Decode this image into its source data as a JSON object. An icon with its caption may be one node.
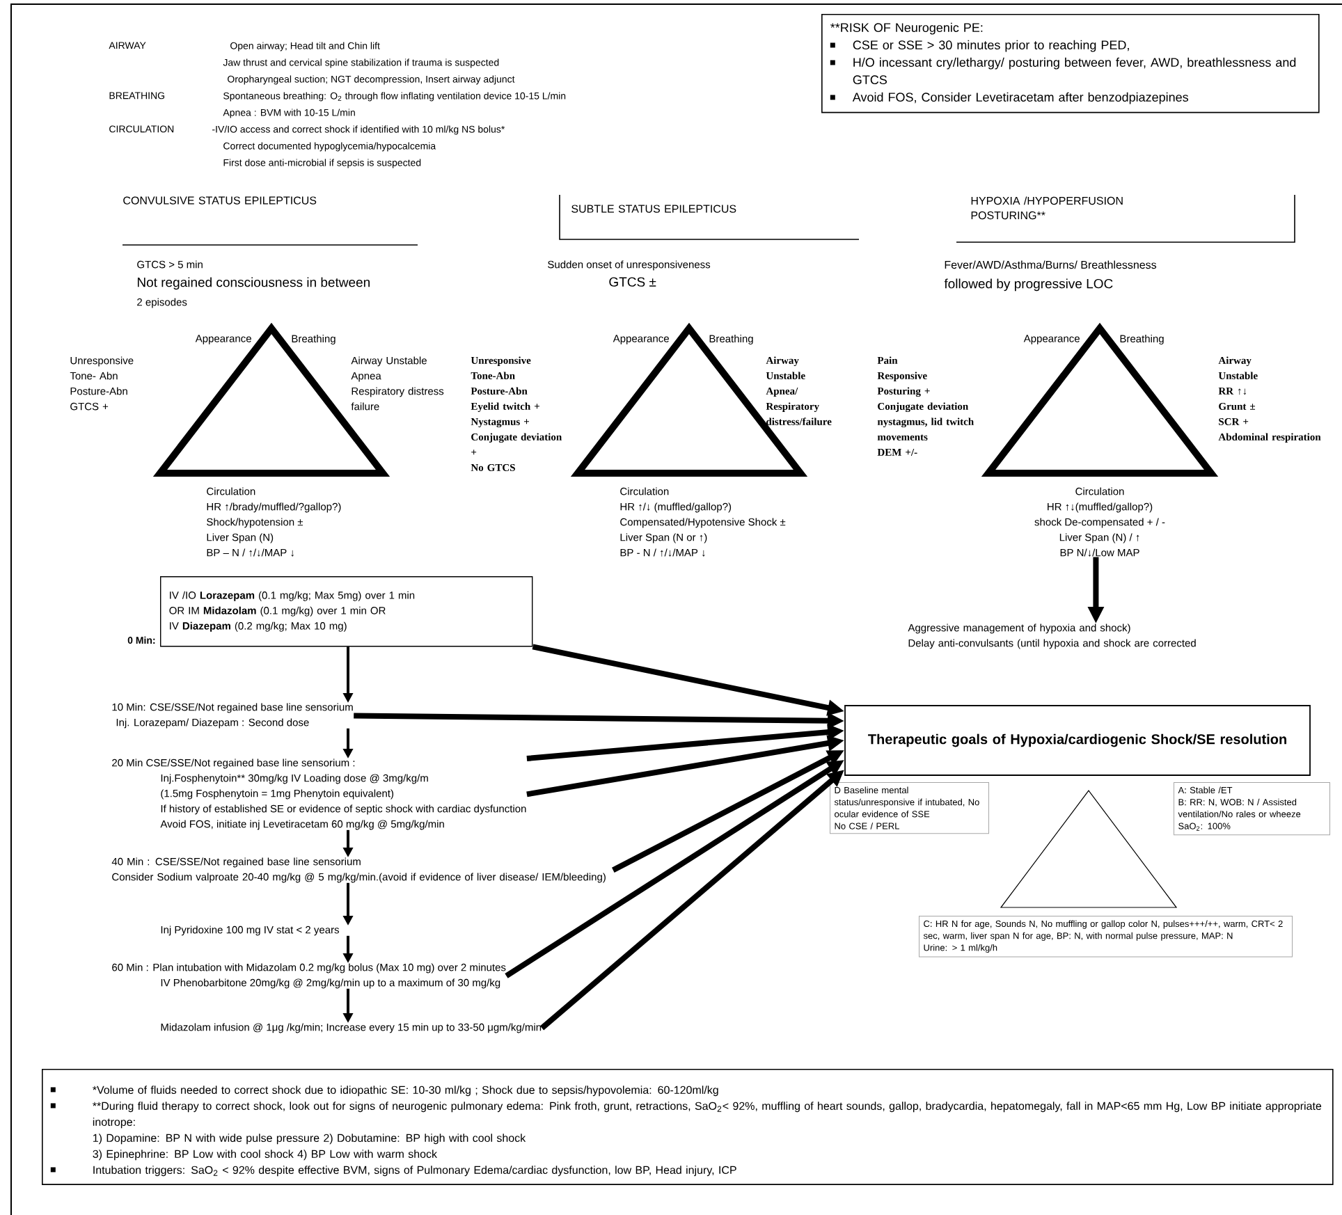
{
  "diagram": {
    "nodes": [
      {
        "text": [
          "**RISK OF Neurogenic PE:",
          "CSE or SSE > 30 minutes prior to reaching PED,",
          "H/O incessant cry/lethargy/ posturing between fever, AWD, breathlessness and GTCS",
          "Avoid FOS, Consider Levetiracetam after benzodpiazepines"
        ]
      },
      {
        "text": [
          "CONVULSIVE STATUS EPILEPTICUS"
        ]
      },
      {
        "text": [
          "SUBTLE STATUS EPILEPTICUS"
        ]
      },
      {
        "text": [
          "HYPOXIA /HYPOPERFUSION POSTURING**"
        ]
      },
      {
        "text": [
          "Appearance",
          "Breathing",
          "Unresponsive",
          "Tone- Abn",
          "Posture-Abn",
          "GTCS +",
          "Airway Unstable",
          "Apnea",
          "Respiratory distress",
          "failure",
          "Circulation",
          "HR ↑/brady/muffled/?gallop?)",
          "Shock/hypotension ±",
          "Liver Span (N)",
          "BP – N / ↑/↓/MAP ↓"
        ]
      },
      {
        "text": [
          "Appearance",
          "Breathing",
          "Unresponsive",
          "Tone-Abn",
          "Posture-Abn",
          "Eyelid twitch +",
          "Nystagmus +",
          "Conjugate deviation +",
          "No GTCS",
          "Airway",
          "Unstable",
          "Apnea/",
          "Respiratory distress/failure",
          "Circulation",
          "HR ↑/↓ (muffled/gallop?)",
          "Compensated/Hypotensive Shock ±",
          "Liver Span (N or ↑)",
          "BP - N / ↑/↓/MAP ↓"
        ]
      },
      {
        "text": [
          "Appearance",
          "Breathing",
          "Pain",
          "Responsive",
          "Posturing +",
          "Conjugate deviation nystagmus, lid twitch movements",
          "DEM +/-",
          "Airway",
          "Unstable",
          "RR ↑↓",
          "Grunt ±",
          "SCR +",
          "Abdominal respiration",
          "Circulation",
          "HR ↑↓(muffled/gallop?)",
          "shock De-compensated + / -",
          "Liver Span (N) / ↑",
          "BP N/↓/Low MAP"
        ]
      },
      {
        "text": [
          "IV /IO **Lorazepam** (0.1 mg/kg; Max 5mg) over 1 min",
          "OR IM **Midazolam** (0.1 mg/kg) over 1 min OR",
          "IV **Diazepam** (0.2 mg/kg; Max 10 mg)"
        ],
        "beside": [
          "0 Min:"
        ]
      },
      {
        "text": [
          "10 Min: CSE/SSE/Not regained base line sensorium",
          "Inj. Lorazepam/ Diazepam : Second dose"
        ]
      },
      {
        "text": [
          "20 Min CSE/SSE/Not regained base line sensorium :",
          "Inj.Fosphenytoin** 30mg/kg IV Loading dose @ 3mg/kg/m",
          "(1.5mg Fosphenytoin = 1mg Phenytoin equivalent)",
          "If history of established SE or evidence of septic shock with cardiac dysfunction",
          "Avoid FOS, initiate inj Levetiracetam 60 mg/kg @ 5mg/kg/min"
        ]
      },
      {
        "text": [
          "40 Min : CSE/SSE/Not regained base line sensorium",
          "Consider Sodium valproate 20-40 mg/kg @ 5 mg/kg/min.(avoid if evidence of liver disease/ IEM/bleeding)"
        ]
      },
      {
        "text": [
          "Inj Pyridoxine 100 mg IV stat < 2 years"
        ]
      },
      {
        "text": [
          "60 Min : Plan intubation with Midazolam 0.2 mg/kg bolus (Max 10 mg) over 2 minutes",
          "IV Phenobarbitone 20mg/kg @ 2mg/kg/min up to a maximum of 30 mg/kg"
        ]
      },
      {
        "text": [
          "Midazolam infusion @ 1μg /kg/min; Increase every 15 min up to 33-50 μgm/kg/min"
        ]
      },
      {
        "text": [
          "Aggressive management of hypoxia and shock)",
          "Delay anti-convulsants (until hypoxia and shock are corrected"
        ]
      },
      {
        "text": [
          "Therapeutic goals of Hypoxia/cardiogenic Shock/SE resolution"
        ]
      },
      {
        "text": [
          "D Baseline mental status/unresponsive if intubated, No ocular evidence of SSE",
          "No CSE / PERL"
        ]
      },
      {
        "text": [],
        "shape": "triangle"
      },
      {
        "text": [
          "A: Stable /ET",
          "B: RR: N, WOB: N / Assisted ventilation/No rales or wheeze",
          "SaO$_{2}$: 100%"
        ]
      },
      {
        "text": [
          "C: HR N for age, Sounds N, No muffling or gallop color N, pulses+++/++, warm, CRT< 2 sec, warm, liver span N for age, BP: N, with normal pulse pressure, MAP: N",
          "Urine: > 1 ml/kg/h"
        ]
      },
      {
        "text": [
          "*Volume of fluids needed to correct shock due to idiopathic SE: 10-30 ml/kg ; Shock due to sepsis/hypovolemia: 60-120ml/kg",
          "**During fluid therapy to correct shock, look out for signs of neurogenic pulmonary edema: Pink froth, grunt, retractions, SaO$_{2}$< 92%, muffling of heart sounds, gallop, bradycardia, hepatomegaly, fall in MAP<65 mm Hg,  Low BP initiate appropriate inotrope:",
          "1) Dopamine: BP N with wide pulse pressure 2) Dobutamine: BP high with cool shock",
          "3) Epinephrine: BP Low with cool shock 4) BP Low with warm shock",
          "Intubation triggers: SaO$_{2}$ < 92% despite effective BVM, signs of Pulmonary Edema/cardiac dysfunction, low BP, Head injury, ICP"
        ]
      }
    ],
    "edges": [
      {
        "from": 6,
        "to": 14,
        "arrow": "to"
      },
      {
        "from": 7,
        "to": 8,
        "arrow": "to"
      },
      {
        "from": 8,
        "to": 9,
        "arrow": "to"
      },
      {
        "from": 9,
        "to": 10,
        "arrow": "to"
      },
      {
        "from": 10,
        "to": 11,
        "arrow": "to"
      },
      {
        "from": 11,
        "to": 12,
        "arrow": "to"
      },
      {
        "from": 12,
        "to": 13,
        "arrow": "to"
      },
      {
        "from": 7,
        "to": 15,
        "arrow": "to"
      },
      {
        "from": 8,
        "to": 15,
        "arrow": "to"
      },
      {
        "from": 9,
        "to": 15,
        "arrow": "to"
      },
      {
        "from": 9,
        "to": 15,
        "arrow": "to"
      },
      {
        "from": 10,
        "to": 15,
        "arrow": "to"
      },
      {
        "from": 12,
        "to": 15,
        "arrow": "to"
      },
      {
        "from": 13,
        "to": 15,
        "arrow": "to"
      }
    ],
    "labels": [
      "AIRWAY",
      "Open airway; Head tilt and Chin lift",
      "Jaw thrust and cervical spine stabilization if trauma is suspected",
      "Oropharyngeal suction; NGT decompression, Insert airway adjunct",
      "BREATHING",
      "Spontaneous breathing: O$_{2}$ through flow inflating ventilation device 10-15 L/min",
      "Apnea : BVM with 10-15  L/min",
      "CIRCULATION",
      "-IV/IO access and correct shock if identified with 10 ml/kg NS bolus*",
      "Correct documented hypoglycemia/hypocalcemia",
      "First dose anti-microbial if sepsis is suspected",
      "GTCS > 5 min",
      "Not regained consciousness in between",
      "2 episodes",
      "Sudden onset of unresponsiveness",
      "GTCS ±",
      "Fever/AWD/Asthma/Burns/ Breathlessness",
      "followed by progressive LOC"
    ]
  }
}
